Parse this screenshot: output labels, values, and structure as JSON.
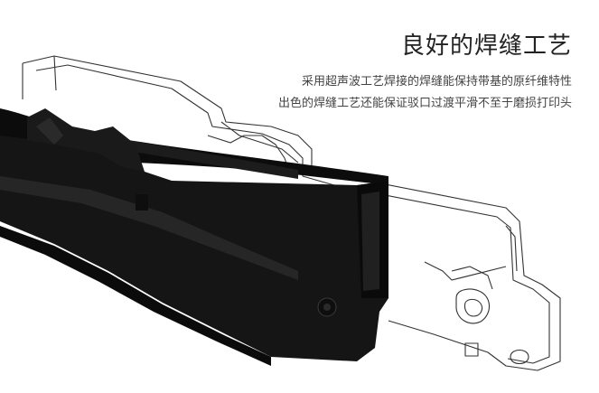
{
  "heading": {
    "title": "良好的焊缝工艺",
    "lines": [
      "采用超声波工艺焊接的焊缝能保持带基的原纤维特性",
      "出色的焊缝工艺还能保证驳口过渡平滑不至于磨损打印头"
    ]
  },
  "colors": {
    "background": "#ffffff",
    "cartridge_body": "#151515",
    "ribbon": "#0c0c0c",
    "outline_stroke": "#333333",
    "title_text": "#222222",
    "body_text": "#444444"
  },
  "objects": [
    "ribbon-cartridge-photo",
    "cartridge-outline-drawing",
    "ink-ribbon"
  ]
}
